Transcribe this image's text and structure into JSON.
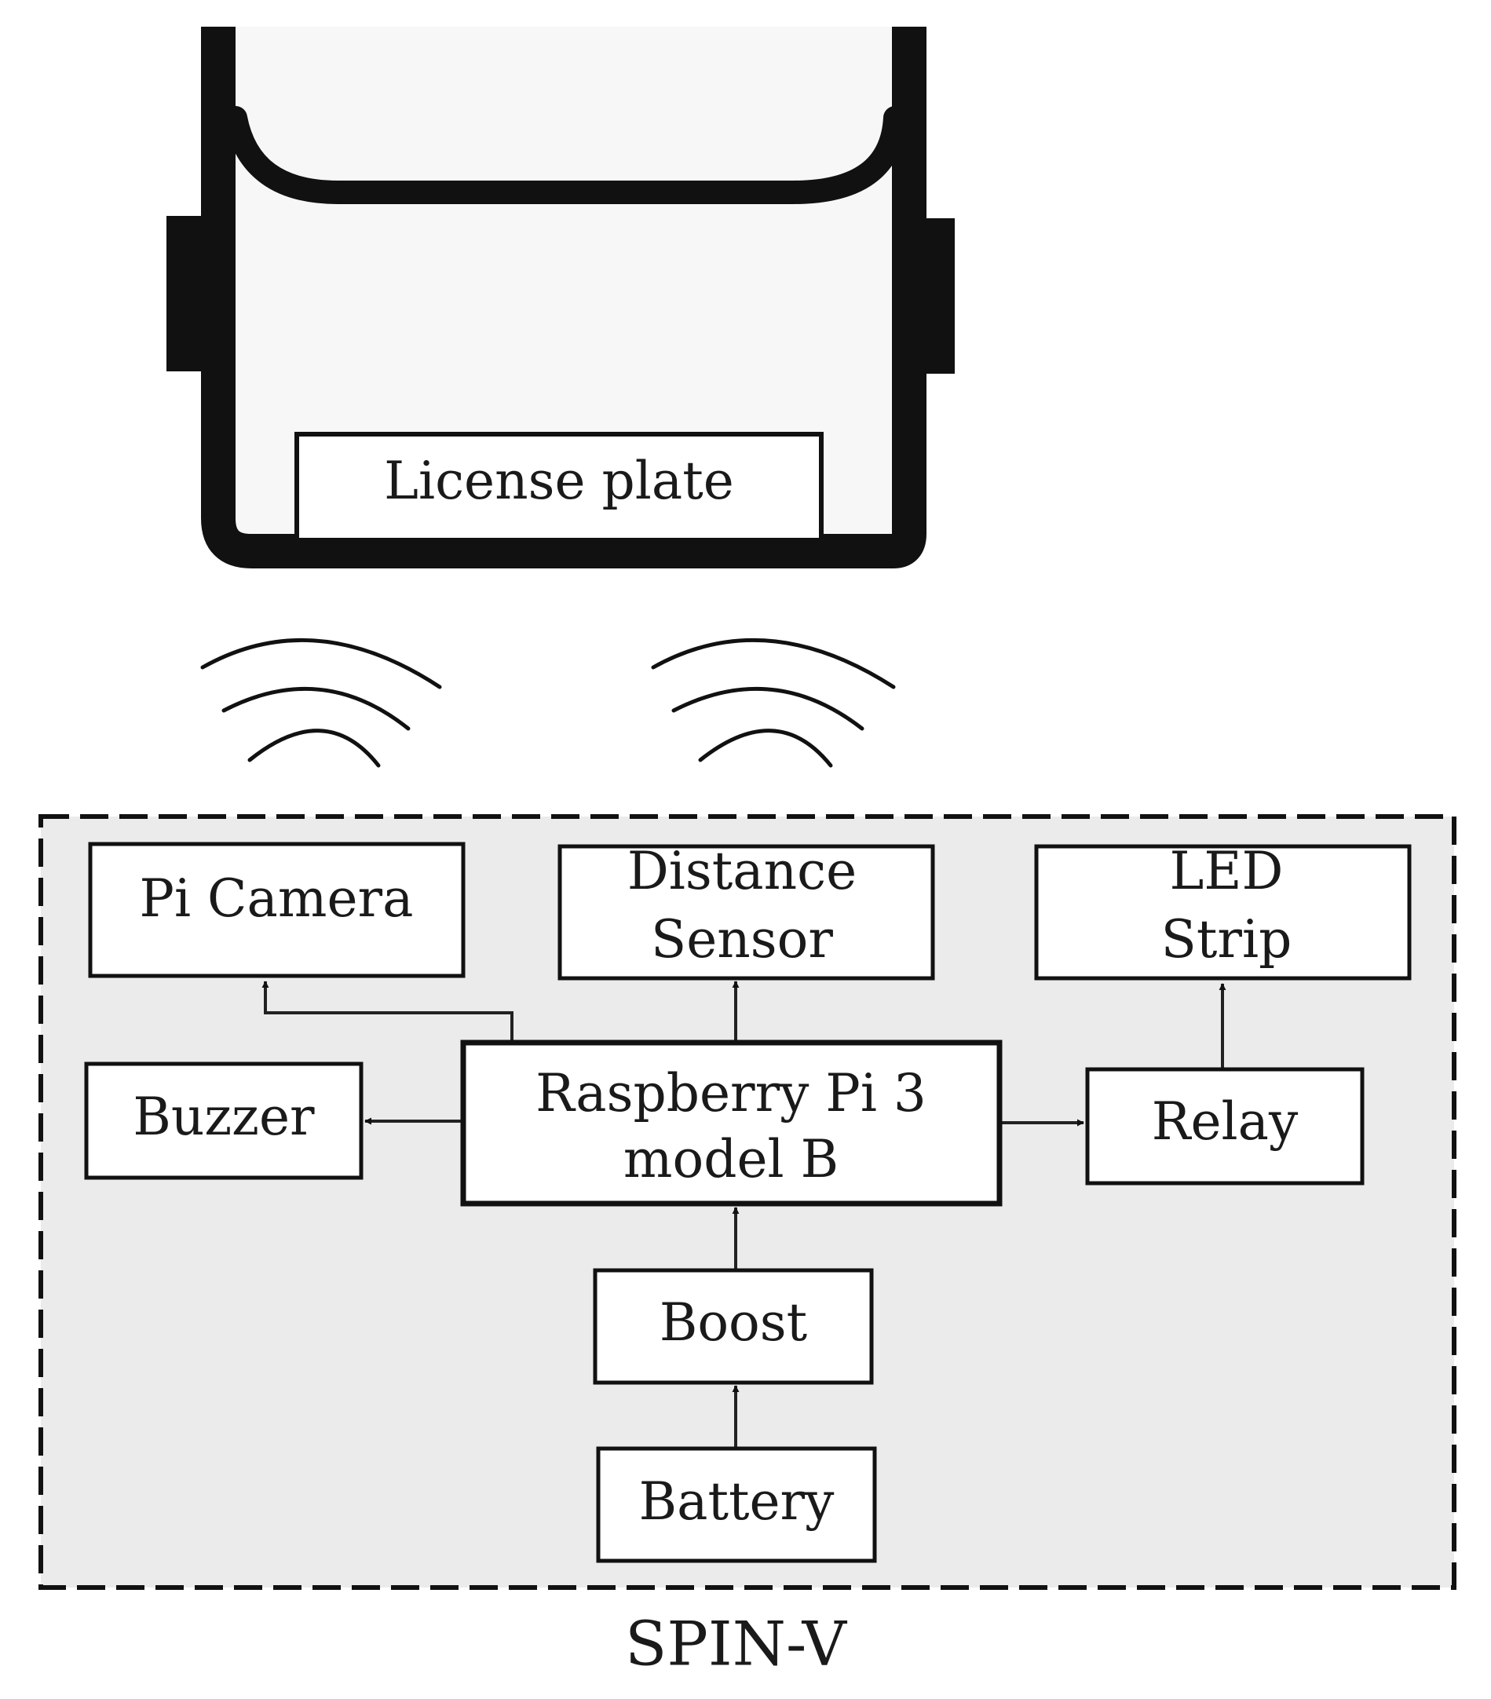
{
  "vehicle": {
    "plate_label": "License plate"
  },
  "system": {
    "name": "SPIN-V",
    "components": {
      "pi_camera": [
        "Pi Camera"
      ],
      "distance_sensor": [
        "Distance",
        "Sensor"
      ],
      "led_strip": [
        "LED",
        "Strip"
      ],
      "buzzer": [
        "Buzzer"
      ],
      "raspberry_pi": [
        "Raspberry Pi 3",
        "model B"
      ],
      "relay": [
        "Relay"
      ],
      "boost": [
        "Boost"
      ],
      "battery": [
        "Battery"
      ]
    }
  },
  "colors": {
    "outline": "#111111",
    "box_fill": "#ffffff",
    "panel_fill": "#ebebeb",
    "car_fill": "#f7f7f7"
  }
}
